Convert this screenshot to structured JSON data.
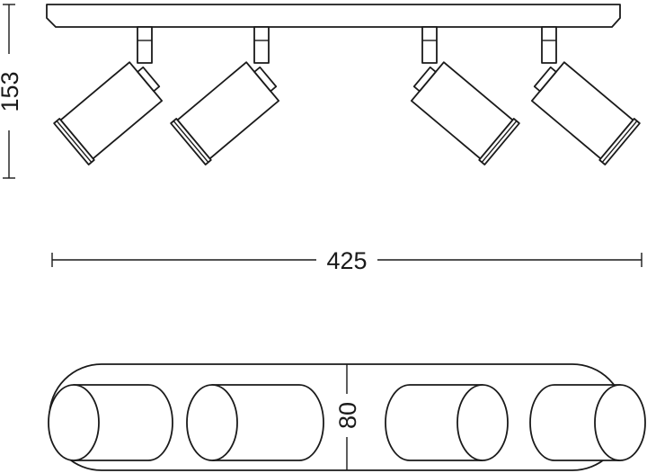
{
  "dimensions": {
    "height": {
      "value": "153"
    },
    "width": {
      "value": "425"
    },
    "depth": {
      "value": "80"
    }
  }
}
